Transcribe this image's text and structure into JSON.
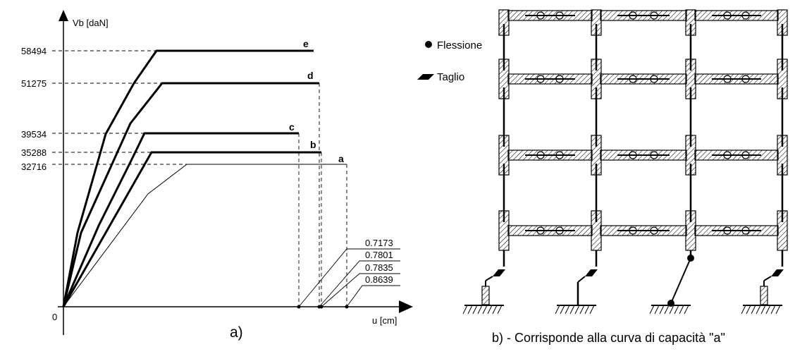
{
  "chart_data": {
    "type": "line",
    "ylabel": "Vb [daN]",
    "xlabel": "u [cm]",
    "origin_label": "0",
    "caption": "a)",
    "yticks": [
      "58494",
      "51275",
      "39534",
      "35288",
      "32716"
    ],
    "displacement_labels": [
      "0.7173",
      "0.7801",
      "0.7835",
      "0.8639"
    ],
    "series": [
      {
        "name": "a",
        "yield_base_shear": 32716,
        "ultimate_displacement": "0.8639"
      },
      {
        "name": "b",
        "yield_base_shear": 35288,
        "ultimate_displacement": "0.7835"
      },
      {
        "name": "c",
        "yield_base_shear": 39534,
        "ultimate_displacement": "0.7173"
      },
      {
        "name": "d",
        "yield_base_shear": 51275,
        "ultimate_displacement": "0.7801"
      },
      {
        "name": "e",
        "yield_base_shear": 58494
      }
    ]
  },
  "frame": {
    "legend": {
      "flexure_label": "Flessione",
      "shear_label": "Taglio"
    },
    "caption": "b) - Corrisponde alla curva di capacità \"a\""
  }
}
